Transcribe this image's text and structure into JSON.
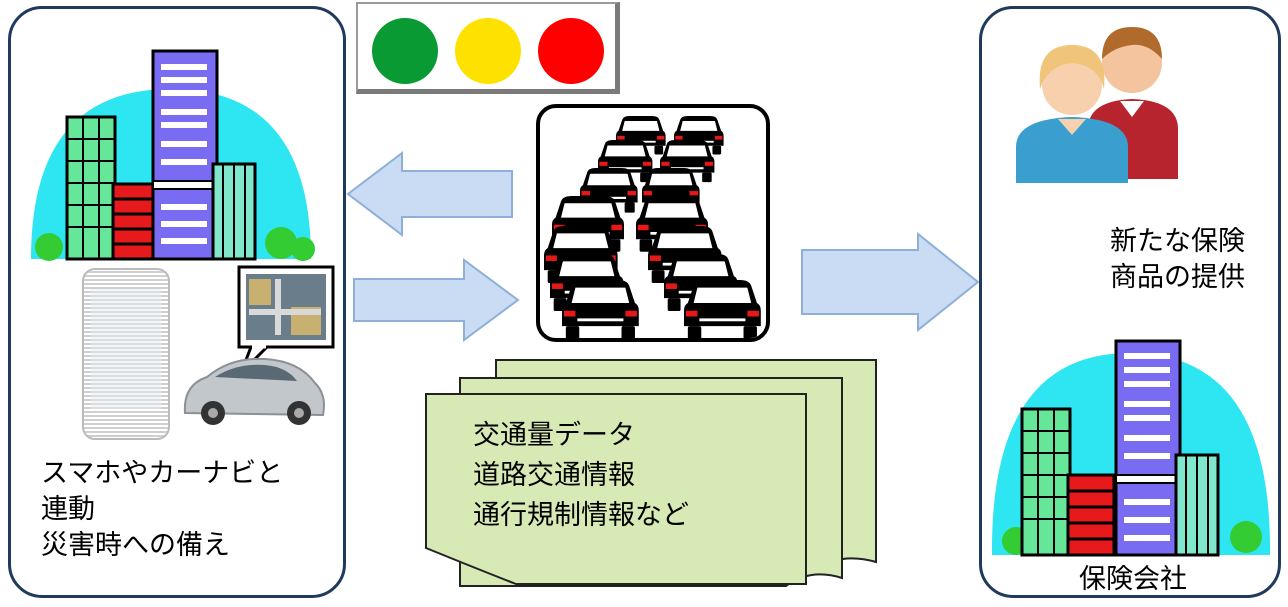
{
  "traffic_signal": {
    "lights": [
      {
        "name": "green",
        "color": "#0a9a34"
      },
      {
        "name": "yellow",
        "color": "#ffe100"
      },
      {
        "name": "red",
        "color": "#ff0000"
      }
    ]
  },
  "left_panel": {
    "caption_lines": [
      "スマホやカーナビと",
      "連動",
      "災害時への備え"
    ]
  },
  "data_document": {
    "lines": [
      "交通量データ",
      "道路交通情報",
      "通行規制情報など"
    ]
  },
  "right_panel": {
    "service_lines": [
      "新たな保険",
      "商品の提供"
    ],
    "company_label": "保険会社"
  },
  "colors": {
    "panel_border": "#1f3a5c",
    "arrow_fill": "#c9dcf3",
    "arrow_stroke": "#8eb0d8",
    "doc_fill": "#d7e9b4",
    "sky": "#2ee6f2",
    "bush": "#33cc33",
    "building_green": "#66e699",
    "building_purple": "#7a6cf2",
    "building_red": "#e6191c",
    "building_teal": "#80e6cc"
  },
  "icons": [
    "city-buildings-icon",
    "smartphone-icon",
    "car-navigation-icon",
    "traffic-jam-icon",
    "people-icon",
    "document-stack-icon"
  ]
}
